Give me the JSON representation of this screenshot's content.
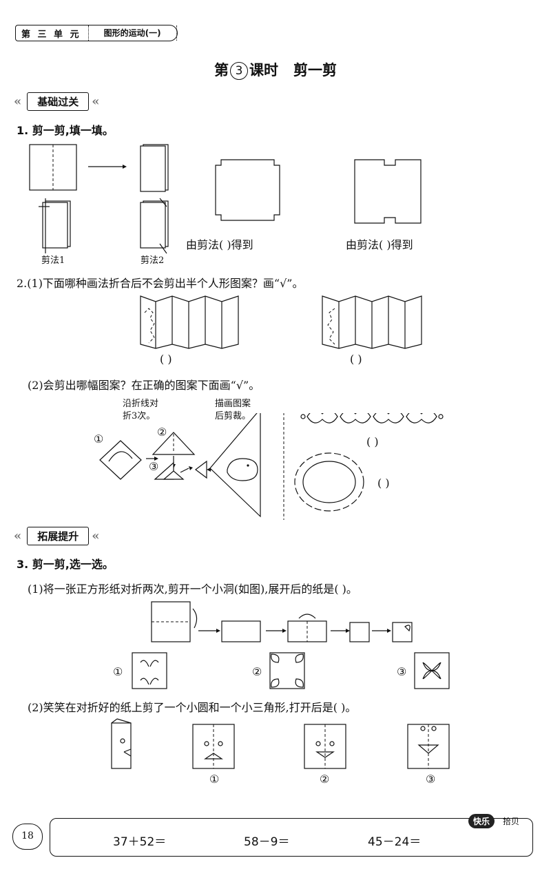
{
  "header": {
    "unit": "第 三 单 元",
    "section": "图形的运动(一)"
  },
  "lesson": {
    "prefix": "第",
    "number": "3",
    "suffix": "课时",
    "name": "剪一剪"
  },
  "banners": {
    "basic": "基础过关",
    "extend": "拓展提升"
  },
  "q1": {
    "title": "1. 剪一剪,填一填。",
    "method1": "剪法1",
    "method2": "剪法2",
    "fill_a": "由剪法(           )得到",
    "fill_b": "由剪法(           )得到"
  },
  "q2": {
    "part1": "2.(1)下面哪种画法折合后不会剪出半个人形图案？画“√”。",
    "paren": "(       )",
    "part2": "(2)会剪出哪幅图案？在正确的图案下面画“√”。",
    "note1_l1": "沿折线对",
    "note1_l2": "折3次。",
    "note2_l1": "描画图案",
    "note2_l2": "后剪裁。",
    "step1": "①",
    "step2": "②",
    "step3": "③",
    "paren_small": "(    )"
  },
  "q3": {
    "title": "3. 剪一剪,选一选。",
    "part1": "(1)将一张正方形纸对折两次,剪开一个小洞(如图),展开后的纸是(       )。",
    "part2": "(2)笑笑在对折好的纸上剪了一个小圆和一个小三角形,打开后是(       )。",
    "opt1": "①",
    "opt2": "②",
    "opt3": "③"
  },
  "footer": {
    "page": "18",
    "calc1": "37＋52＝",
    "calc2": "58－9＝",
    "calc3": "45－24＝",
    "brand1": "快乐",
    "brand2": "拾贝"
  }
}
